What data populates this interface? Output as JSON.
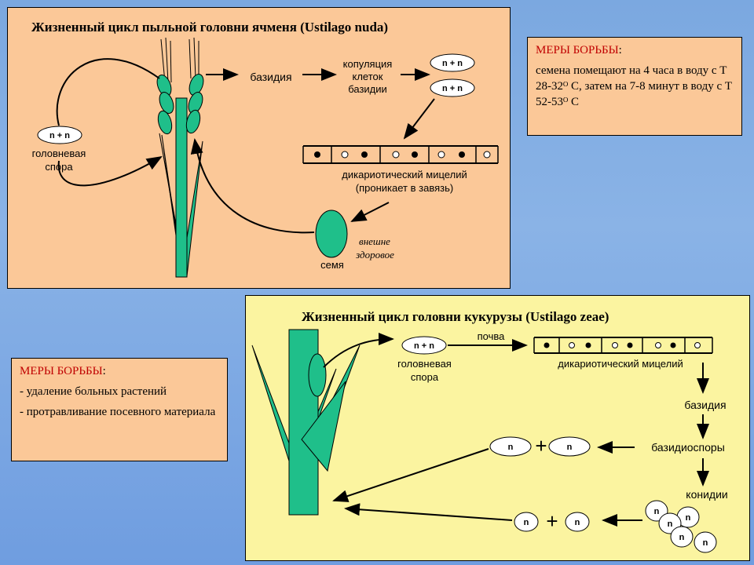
{
  "barley": {
    "title": "Жизненный цикл пыльной головни ячменя (Ustilago nuda)",
    "spore_oval": "n + n",
    "spore_label_1": "головневая",
    "spore_label_2": "спора",
    "basidia": "базидия",
    "copulation_1": "копуляция",
    "copulation_2": "клеток",
    "copulation_3": "базидии",
    "nn_top": "n + n",
    "nn_bottom": "n + n",
    "mycelium_1": "дикариотический мицелий",
    "mycelium_2": "(проникает в завязь)",
    "seed": "семя",
    "healthy_1": "внешне",
    "healthy_2": "здоровое"
  },
  "barley_measures": {
    "heading": "МЕРЫ БОРЬБЫ",
    "colon": ":",
    "text": "семена помещают на 4 часа в воду с Т 28-32ᴼ С, затем на 7-8 минут в воду с Т 52-53ᴼ С"
  },
  "corn": {
    "title": "Жизненный цикл головни кукурузы (Ustilago zeae)",
    "spore_oval": "n + n",
    "spore_label_1": "головневая",
    "spore_label_2": "спора",
    "soil": "почва",
    "mycelium": "дикариотический мицелий",
    "basidia": "базидия",
    "basidiospores": "базидиоспоры",
    "conidia": "конидии",
    "n": "n",
    "plus": "+"
  },
  "corn_measures": {
    "heading": "МЕРЫ БОРЬБЫ",
    "colon": ":",
    "item_1": "- удаление больных растений",
    "item_2": "- протравливание посевного материала"
  },
  "colors": {
    "panel_top": "#fbc898",
    "panel_bottom": "#fbf4a0",
    "plant": "#1fbf8a",
    "heading_red": "#c00000"
  }
}
